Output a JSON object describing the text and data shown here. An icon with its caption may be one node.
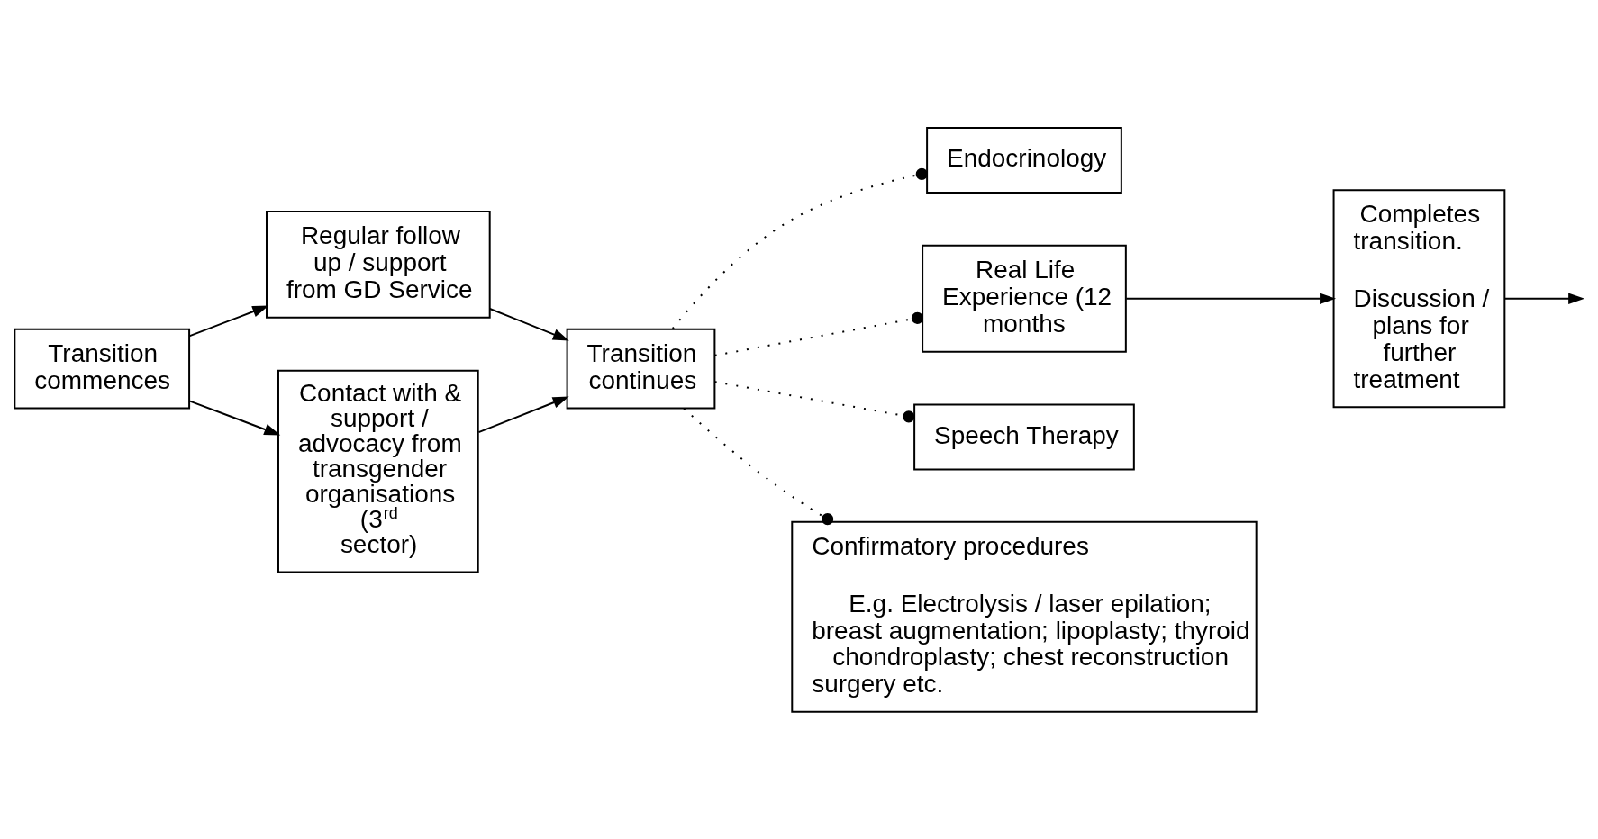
{
  "diagram": {
    "nodes": [
      {
        "text": [
          "Transition commences"
        ]
      },
      {
        "text": [
          "Regular follow up / support from GD Service"
        ]
      },
      {
        "text": [
          "Contact with & support / advocacy from transgender organisations (3$^{rd}$ sector)"
        ]
      },
      {
        "text": [
          "Transition continues"
        ]
      },
      {
        "text": [
          "Endocrinology"
        ]
      },
      {
        "text": [
          "Real Life Experience (12 months"
        ]
      },
      {
        "text": [
          "Speech Therapy"
        ]
      },
      {
        "text": [
          "Confirmatory procedures",
          "E.g. Electrolysis / laser epilation; breast augmentation; lipoplasty; thyroid chondroplasty; chest reconstruction surgery etc."
        ]
      },
      {
        "text": [
          "Completes transition.",
          "Discussion / plans for further treatment"
        ]
      }
    ],
    "edges": [
      {
        "from": 0,
        "to": 1,
        "arrow": "to"
      },
      {
        "from": 0,
        "to": 2,
        "arrow": "to"
      },
      {
        "from": 1,
        "to": 3,
        "arrow": "to"
      },
      {
        "from": 2,
        "to": 3,
        "arrow": "to"
      },
      {
        "from": 3,
        "to": 4,
        "arrow": "other",
        "style": "dashed"
      },
      {
        "from": 3,
        "to": 5,
        "arrow": "other",
        "style": "dashed"
      },
      {
        "from": 3,
        "to": 6,
        "arrow": "other",
        "style": "dashed"
      },
      {
        "from": 3,
        "to": 7,
        "arrow": "other",
        "style": "dashed"
      },
      {
        "from": 5,
        "to": 8,
        "arrow": "to"
      },
      {
        "from": 8,
        "to": null,
        "arrow": "to"
      }
    ]
  }
}
